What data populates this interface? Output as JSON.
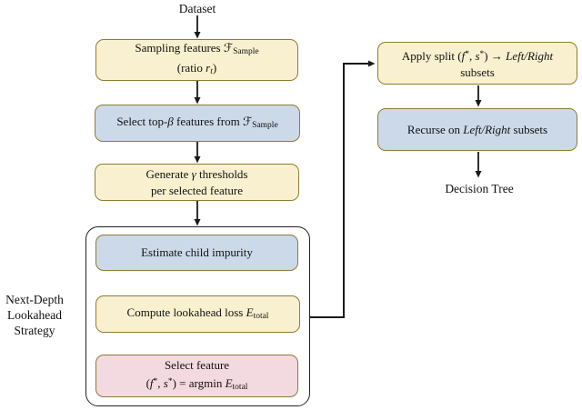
{
  "figure": {
    "labels": {
      "dataset": "Dataset",
      "decision_tree": "Decision Tree",
      "strategy": [
        "Next-Depth",
        "Lookahead",
        "Strategy"
      ]
    },
    "boxes": {
      "sampling": {
        "l1a": "Sampling features ",
        "l1b": "ℱ",
        "l1c": "Sample",
        "l2a": "(ratio ",
        "l2b": "r",
        "l2c": "t",
        "l2d": ")"
      },
      "select_top": {
        "a": "Select top-",
        "b": "β",
        "c": " features from ",
        "d": "ℱ",
        "e": "Sample"
      },
      "generate": {
        "l1a": "Generate ",
        "l1b": "γ",
        "l1c": " thresholds",
        "l2": "per selected feature"
      },
      "estimate": {
        "text": "Estimate child impurity"
      },
      "compute": {
        "a": "Compute lookahead loss ",
        "b": "E",
        "c": "total"
      },
      "select_feature": {
        "l1": "Select feature",
        "l2a": "(",
        "l2b": "f",
        "l2c": "*",
        "l2d": ", ",
        "l2e": "s",
        "l2f": "*",
        "l2g": ") = argmin ",
        "l2h": "E",
        "l2i": "total"
      },
      "apply_split": {
        "l1a": "Apply split (",
        "l1b": "f",
        "l1c": "*",
        "l1d": ", ",
        "l1e": "s",
        "l1f": "*",
        "l1g": ") →  ",
        "l1h": "Left/Right",
        "l2": "subsets"
      },
      "recurse": {
        "a": "Recurse on ",
        "b": "Left/Right",
        "c": " subsets"
      }
    },
    "colors": {
      "box_yellow": "#f9f0cf",
      "box_blue": "#ccd9e9",
      "box_pink": "#f3d9e0",
      "box_border": "#8f7d33",
      "line_black": "#1a1a1a"
    }
  }
}
